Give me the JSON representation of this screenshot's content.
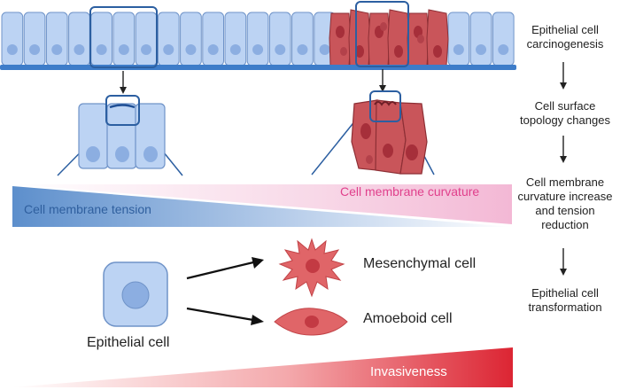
{
  "steps": [
    {
      "lines": [
        "Epithelial cell",
        "carcinogenesis"
      ]
    },
    {
      "lines": [
        "Cell surface",
        "topology changes"
      ]
    },
    {
      "lines": [
        "Cell membrane",
        "curvature increase",
        "and tension",
        "reduction"
      ]
    },
    {
      "lines": [
        "Epithelial cell",
        "transformation"
      ]
    }
  ],
  "gradients": {
    "tension_label": "Cell membrane tension",
    "curvature_label": "Cell membrane curvature",
    "invasiveness_label": "Invasiveness"
  },
  "cells": {
    "epithelial_label": "Epithelial cell",
    "mesenchymal_label": "Mesenchymal cell",
    "amoeboid_label": "Amoeboid cell"
  },
  "colors": {
    "normal_cell_fill": "#bcd3f3",
    "normal_cell_stroke": "#6f93c8",
    "cancer_cell_fill": "#c9555a",
    "cancer_cell_stroke": "#8d2f35",
    "tension_blue": "#4f86c6",
    "curvature_pink": "#e93d8e",
    "invasiveness_red": "#df2e3a"
  }
}
